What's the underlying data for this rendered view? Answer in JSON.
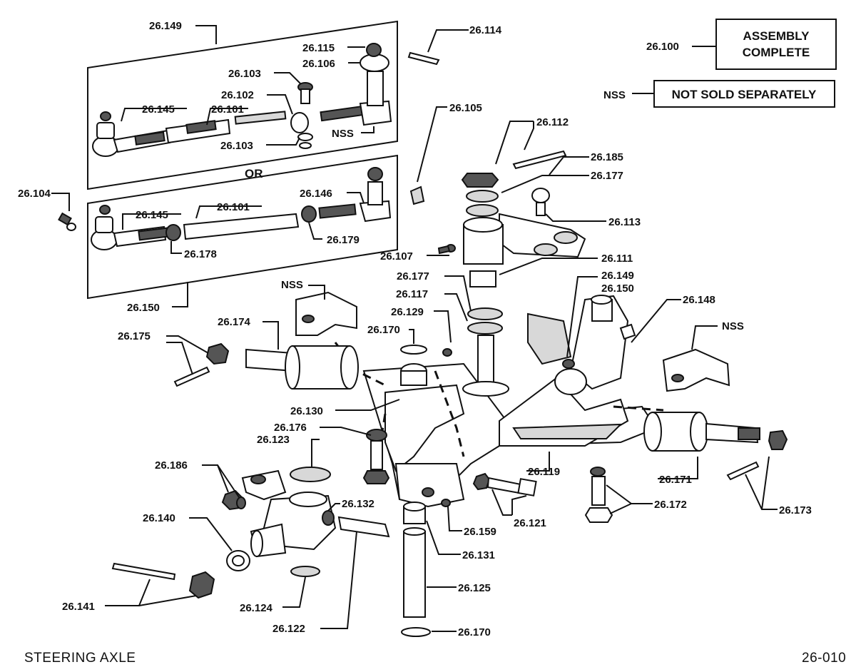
{
  "diagram": {
    "footer_title": "STEERING AXLE",
    "page_code": "26-010",
    "legend": {
      "assembly_code": "26.100",
      "assembly_text_line1": "ASSEMBLY",
      "assembly_text_line2": "COMPLETE",
      "nss_code": "NSS",
      "nss_text": "NOT SOLD SEPARATELY"
    },
    "or_label": "OR",
    "labels": {
      "p26_149_top": "26.149",
      "p26_114": "26.114",
      "p26_115": "26.115",
      "p26_106": "26.106",
      "p26_103_a": "26.103",
      "p26_102": "26.102",
      "p26_145_a": "26.145",
      "p26_101_a": "26.101",
      "p26_103_b": "26.103",
      "nss_tierod": "NSS",
      "p26_104": "26.104",
      "p26_146": "26.146",
      "p26_145_b": "26.145",
      "p26_101_b": "26.101",
      "p26_179": "26.179",
      "p26_178": "26.178",
      "p26_150_left": "26.150",
      "p26_105": "26.105",
      "p26_112": "26.112",
      "p26_185": "26.185",
      "p26_177_a": "26.177",
      "p26_113": "26.113",
      "p26_107": "26.107",
      "p26_111": "26.111",
      "p26_177_b": "26.177",
      "p26_117": "26.117",
      "p26_129": "26.129",
      "p26_170_a": "26.170",
      "p26_149_mid": "26.149",
      "p26_150_mid": "26.150",
      "p26_148": "26.148",
      "nss_clamp_left": "NSS",
      "nss_clamp_right": "NSS",
      "p26_175": "26.175",
      "p26_174": "26.174",
      "p26_130": "26.130",
      "p26_176": "26.176",
      "p26_123": "26.123",
      "p26_186": "26.186",
      "p26_132": "26.132",
      "p26_140": "26.140",
      "p26_141": "26.141",
      "p26_124": "26.124",
      "p26_122": "26.122",
      "p26_159": "26.159",
      "p26_131": "26.131",
      "p26_125": "26.125",
      "p26_170_b": "26.170",
      "p26_121": "26.121",
      "p26_119": "26.119",
      "p26_171": "26.171",
      "p26_172": "26.172",
      "p26_173": "26.173"
    }
  }
}
